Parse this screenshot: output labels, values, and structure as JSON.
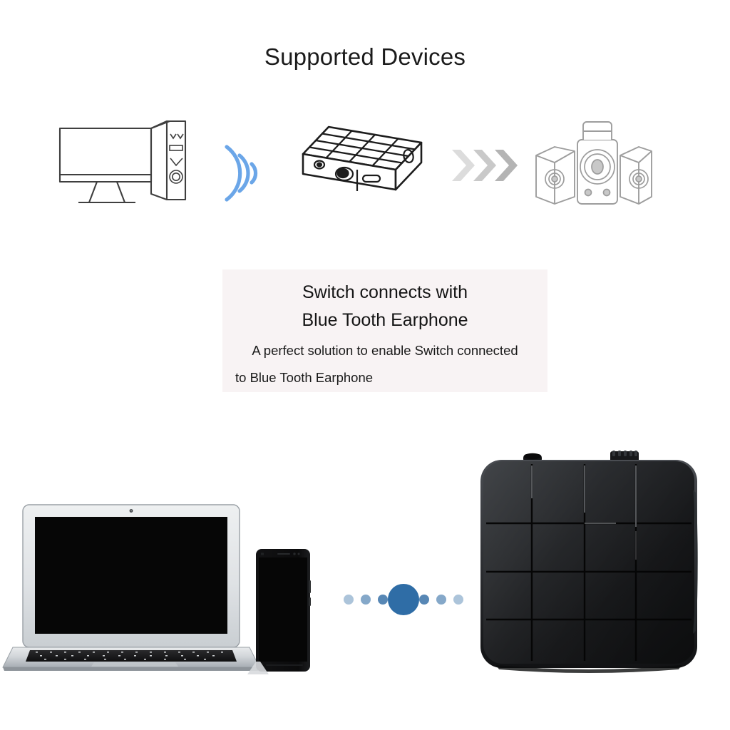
{
  "page": {
    "title": "Supported Devices",
    "background_color": "#ffffff"
  },
  "colors": {
    "title_text": "#1b1b1b",
    "wifi_blue": "#6ba6e8",
    "dot_blue": "#2f6da6",
    "dot_blue_light": "#8fb6d8",
    "panel_background": "#f8f3f4",
    "chevron_light": "#d9d9d9",
    "chevron_mid": "#c6c6c6",
    "chevron_dark": "#b0b0b0",
    "outline_gray": "#4a4a4a",
    "speaker_outline": "#9a9a9a",
    "device_black": "#17181a",
    "laptop_silver": "#d7dadd"
  },
  "top_flow": {
    "items": [
      {
        "name": "desktop-computer-icon",
        "label": "Desktop Computer"
      },
      {
        "name": "wireless-signal-icon",
        "label": "Wireless Signal"
      },
      {
        "name": "bluetooth-receiver-icon",
        "label": "Bluetooth Receiver Box"
      },
      {
        "name": "arrow-chevrons-icon",
        "label": "Signal Direction Arrows"
      },
      {
        "name": "speaker-set-icon",
        "label": "2.1 Speaker Set"
      }
    ]
  },
  "caption": {
    "heading_line_1": "Switch connects with",
    "heading_line_2": "Blue Tooth Earphone",
    "body_line_1": "A perfect solution to enable Switch connected",
    "body_line_2": "to Blue Tooth Earphone"
  },
  "bottom_showcase": {
    "laptop": {
      "name": "laptop-photo",
      "label": "Silver Laptop"
    },
    "phone": {
      "name": "smartphone-photo",
      "label": "Black Smartphone"
    },
    "connection": {
      "name": "bluetooth-connection-dots",
      "label": "Bluetooth Connection Indicator",
      "dot_count_left": 3,
      "dot_count_right": 3,
      "center_dot": true
    },
    "device": {
      "name": "bluetooth-adapter-photo",
      "label": "Black Bluetooth Transmitter Receiver",
      "grid_rows": 4,
      "grid_cols": 4,
      "top_port_label": "3.5mm audio jack",
      "top_switch_label": "mode switch"
    }
  }
}
